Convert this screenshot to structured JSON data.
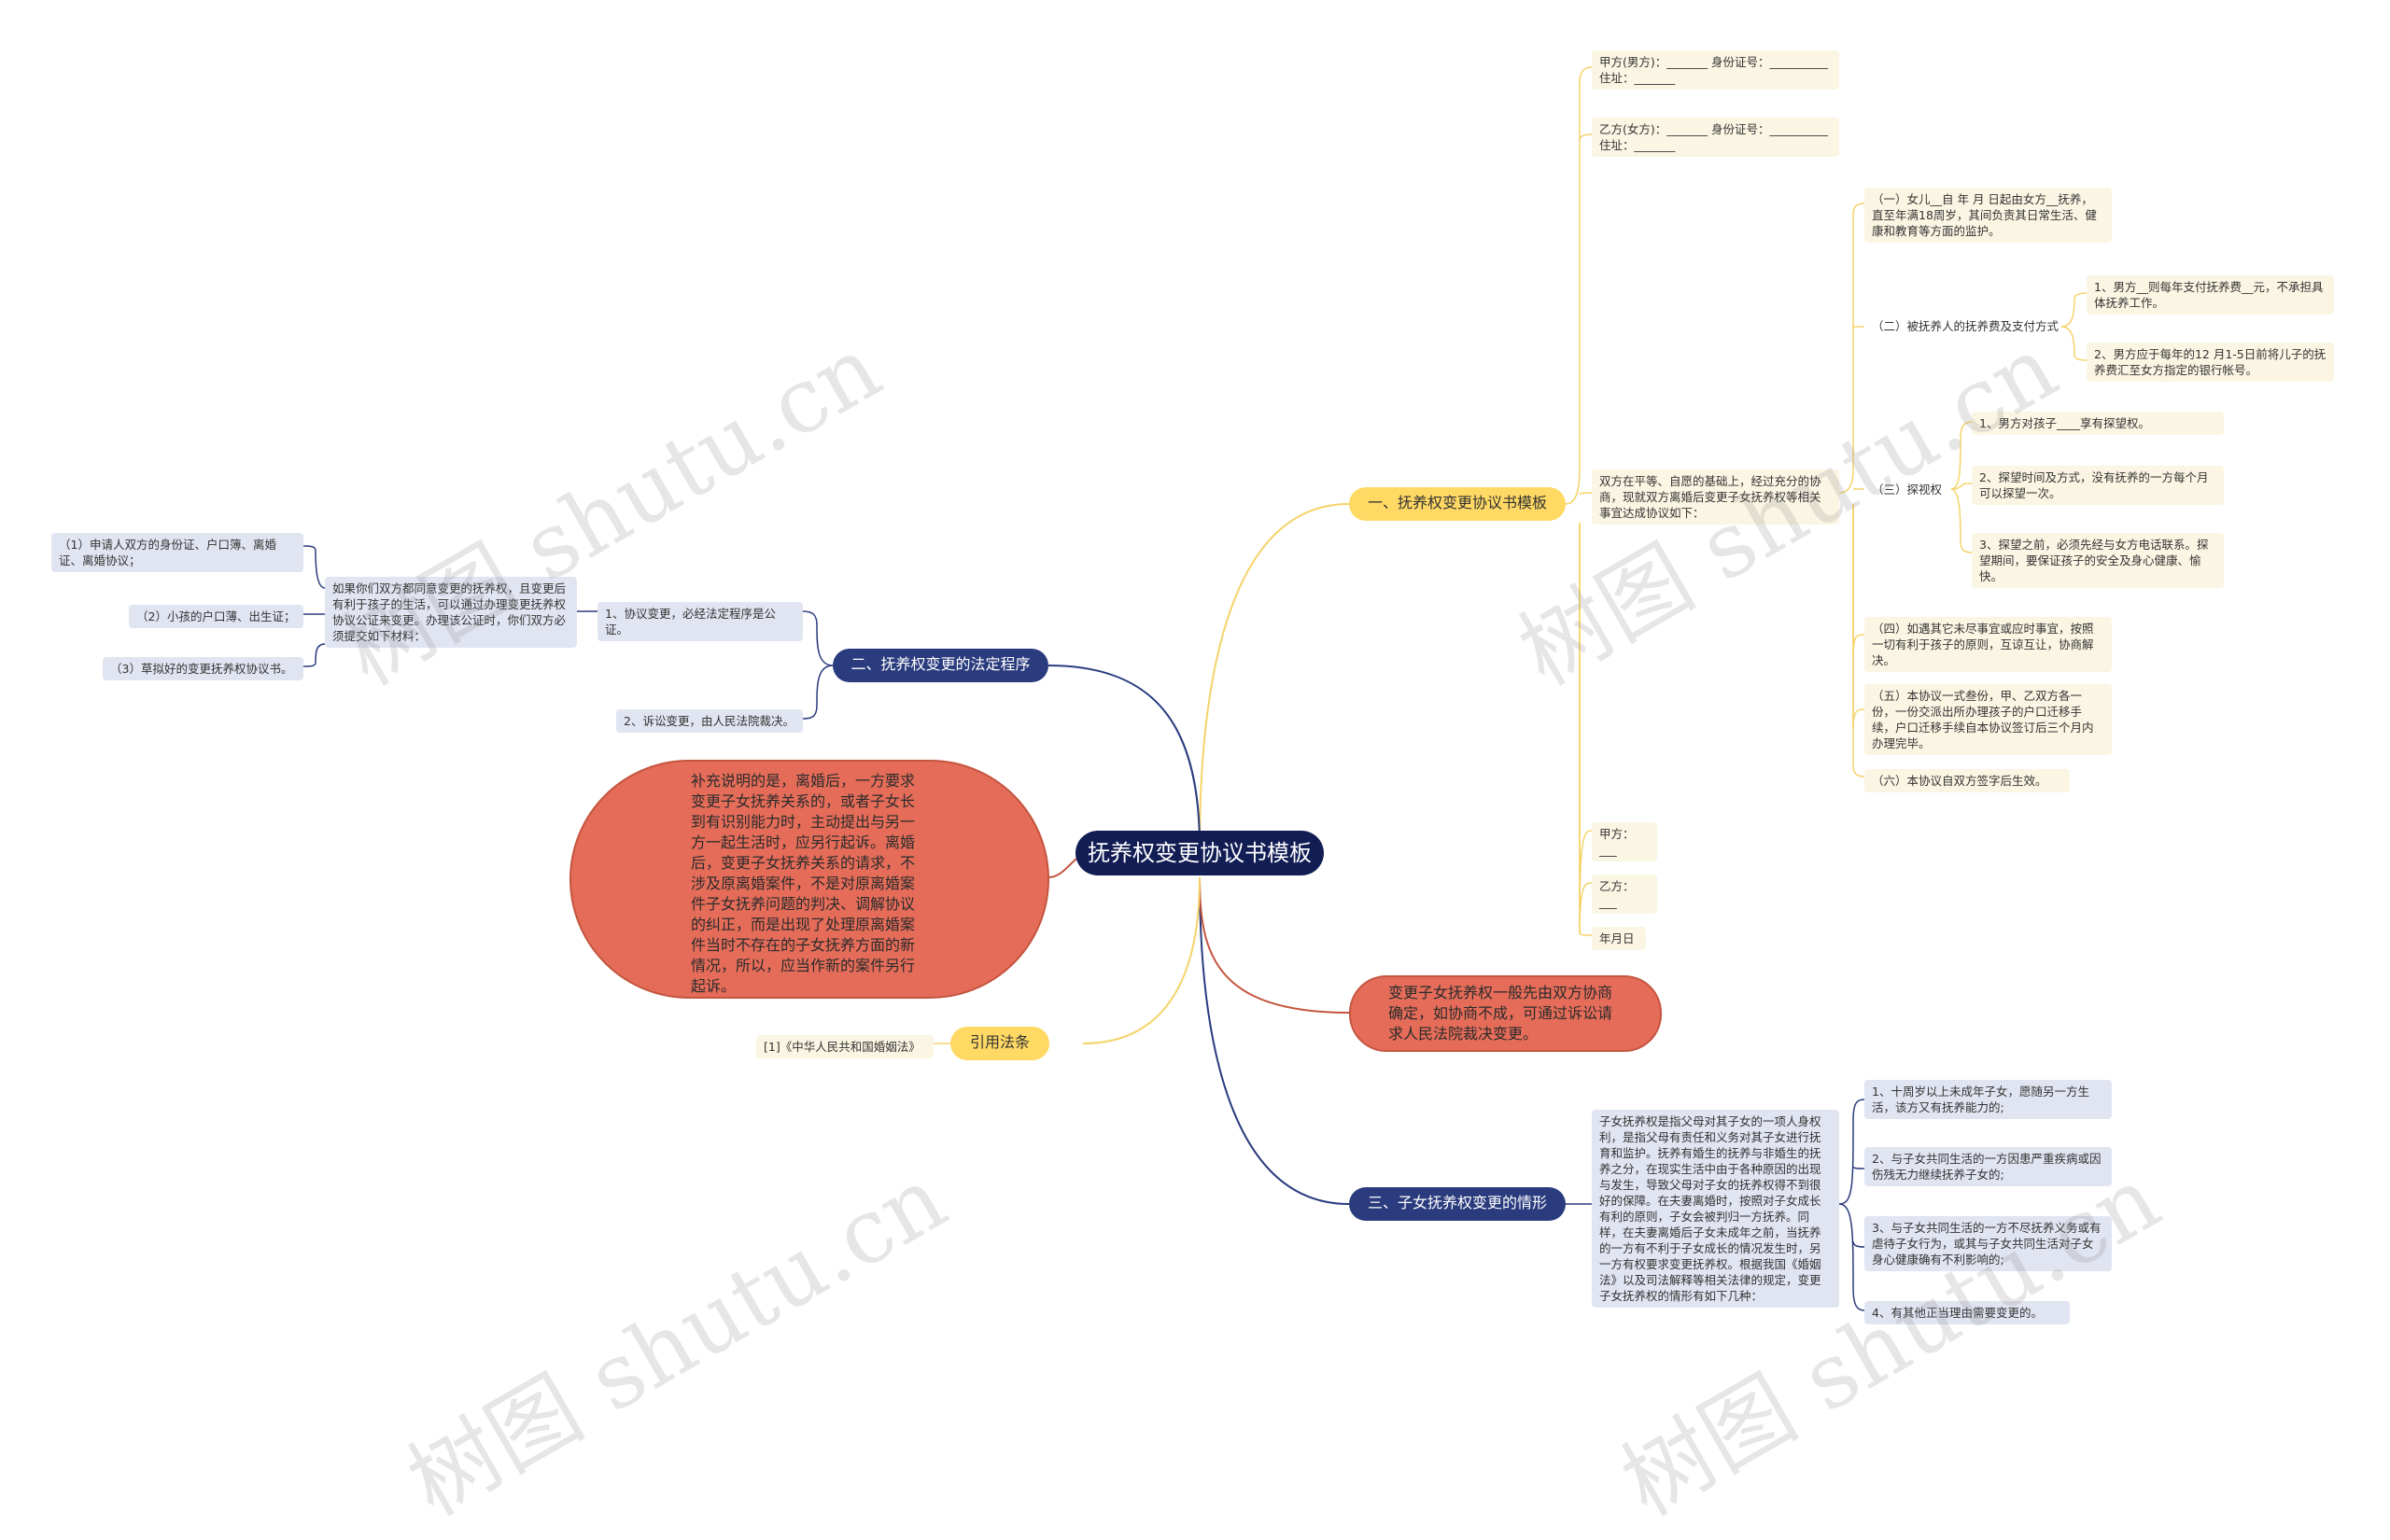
{
  "center": "抚养权变更协议书模板",
  "branch1": {
    "label": "一、抚养权变更协议书模板",
    "party_a": "甲方(男方)：_______ 身份证号：__________ 住址：_______",
    "party_b": "乙方(女方)：_______ 身份证号：__________ 住址：_______",
    "intro": "双方在平等、自愿的基础上，经过充分的协商，现就双方离婚后变更子女抚养权等相关事宜达成协议如下：",
    "item1": "（一）女儿__自 年 月 日起由女方__抚养，直至年满18周岁，其间负责其日常生活、健康和教育等方面的监护。",
    "item2": "（二）被抚养人的抚养费及支付方式",
    "item2_sub1": "1、男方__则每年支付抚养费__元，不承担具体抚养工作。",
    "item2_sub2": "2、男方应于每年的12 月1-5日前将儿子的抚养费汇至女方指定的银行帐号。",
    "item3": "（三）探视权",
    "item3_sub1": "1、男方对孩子____享有探望权。",
    "item3_sub2": "2、探望时间及方式，没有抚养的一方每个月可以探望一次。",
    "item3_sub3": "3、探望之前，必须先经与女方电话联系。探望期间，要保证孩子的安全及身心健康、愉快。",
    "item4": "（四）如遇其它未尽事宜或应时事宜，按照一切有利于孩子的原则，互谅互让，协商解决。",
    "item5": "（五）本协议一式叁份，甲、乙双方各一份，一份交派出所办理孩子的户口迁移手续，户口迁移手续自本协议签订后三个月内办理完毕。",
    "item6": "（六）本协议自双方签字后生效。",
    "sign_a": "甲方：___",
    "sign_b": "乙方：___",
    "date": "年月日"
  },
  "branch2": {
    "label": "二、抚养权变更的法定程序",
    "item1": "1、协议变更，必经法定程序是公证。",
    "item1_desc": "如果你们双方都同意变更的抚养权，且变更后有利于孩子的生活，可以通过办理变更抚养权协议公证来变更。办理该公证时，你们双方必须提交如下材料：",
    "mat1": "（1）申请人双方的身份证、户口簿、离婚证、离婚协议；",
    "mat2": "（2）小孩的户口薄、出生证；",
    "mat3": "（3）草拟好的变更抚养权协议书。",
    "item2": "2、诉讼变更，由人民法院裁决。"
  },
  "supplement": "补充说明的是，离婚后，一方要求变更子女抚养关系的，或者子女长到有识别能力时，主动提出与另一方一起生活时，应另行起诉。离婚后，变更子女抚养关系的请求，不涉及原离婚案件，不是对原离婚案件子女抚养问题的判决、调解协议的纠正，而是出现了处理原离婚案件当时不存在的子女抚养方面的新情况，所以，应当作新的案件另行起诉。",
  "negotiation": "变更子女抚养权一般先由双方协商确定，如协商不成，可通过诉讼请求人民法院裁决变更。",
  "law": {
    "label": "引用法条",
    "ref": "[1]《中华人民共和国婚姻法》"
  },
  "branch3": {
    "label": "三、子女抚养权变更的情形",
    "desc": "子女抚养权是指父母对其子女的一项人身权利，是指父母有责任和义务对其子女进行抚育和监护。抚养有婚生的抚养与非婚生的抚养之分，在现实生活中由于各种原因的出现与发生，导致父母对子女的抚养权得不到很好的保障。在夫妻离婚时，按照对子女成长有利的原则，子女会被判归一方抚养。同样，在夫妻离婚后子女未成年之前，当抚养的一方有不利于子女成长的情况发生时，另一方有权要求变更抚养权。根据我国《婚姻法》以及司法解释等相关法律的规定，变更子女抚养权的情形有如下几种：",
    "c1": "1、十周岁以上未成年子女，愿随另一方生活，该方又有抚养能力的;",
    "c2": "2、与子女共同生活的一方因患严重疾病或因伤残无力继续抚养子女的;",
    "c3": "3、与子女共同生活的一方不尽抚养义务或有虐待子女行为，或其与子女共同生活对子女身心健康确有不利影响的;",
    "c4": "4、有其他正当理由需要变更的。"
  },
  "watermark": "树图 shutu.cn",
  "colors": {
    "yellow_branch": "#ffd964",
    "yellow_leaf": "#fbf5e3",
    "blue_branch": "#2a3b7e",
    "blue_leaf": "#e1e5f1",
    "center": "#121d54",
    "red": "#e46c59"
  }
}
